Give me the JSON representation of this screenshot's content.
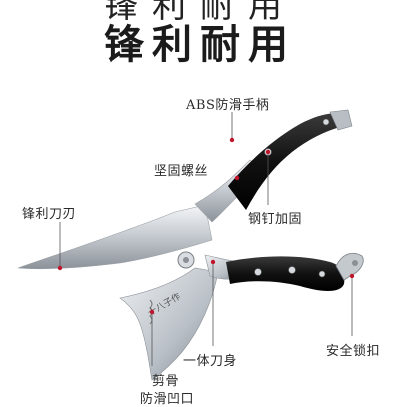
{
  "title_top": "锋利耐用",
  "title": "锋利耐用",
  "labels": {
    "abs_handle": "ABS防滑手柄",
    "sturdy_screw": "坚固螺丝",
    "sharp_blade": "锋利刀刃",
    "steel_rivet": "钢钉加固",
    "one_piece_blade": "一体刀身",
    "safety_lock": "安全锁扣",
    "bone_cut_line1": "剪骨",
    "bone_cut_line2": "防滑凹口"
  },
  "brand_mark": "十八子作",
  "colors": {
    "accent_dot": "#c0142c",
    "handle": "#111111",
    "blade_light": "#e9ecef",
    "blade_dark": "#8c9299"
  }
}
